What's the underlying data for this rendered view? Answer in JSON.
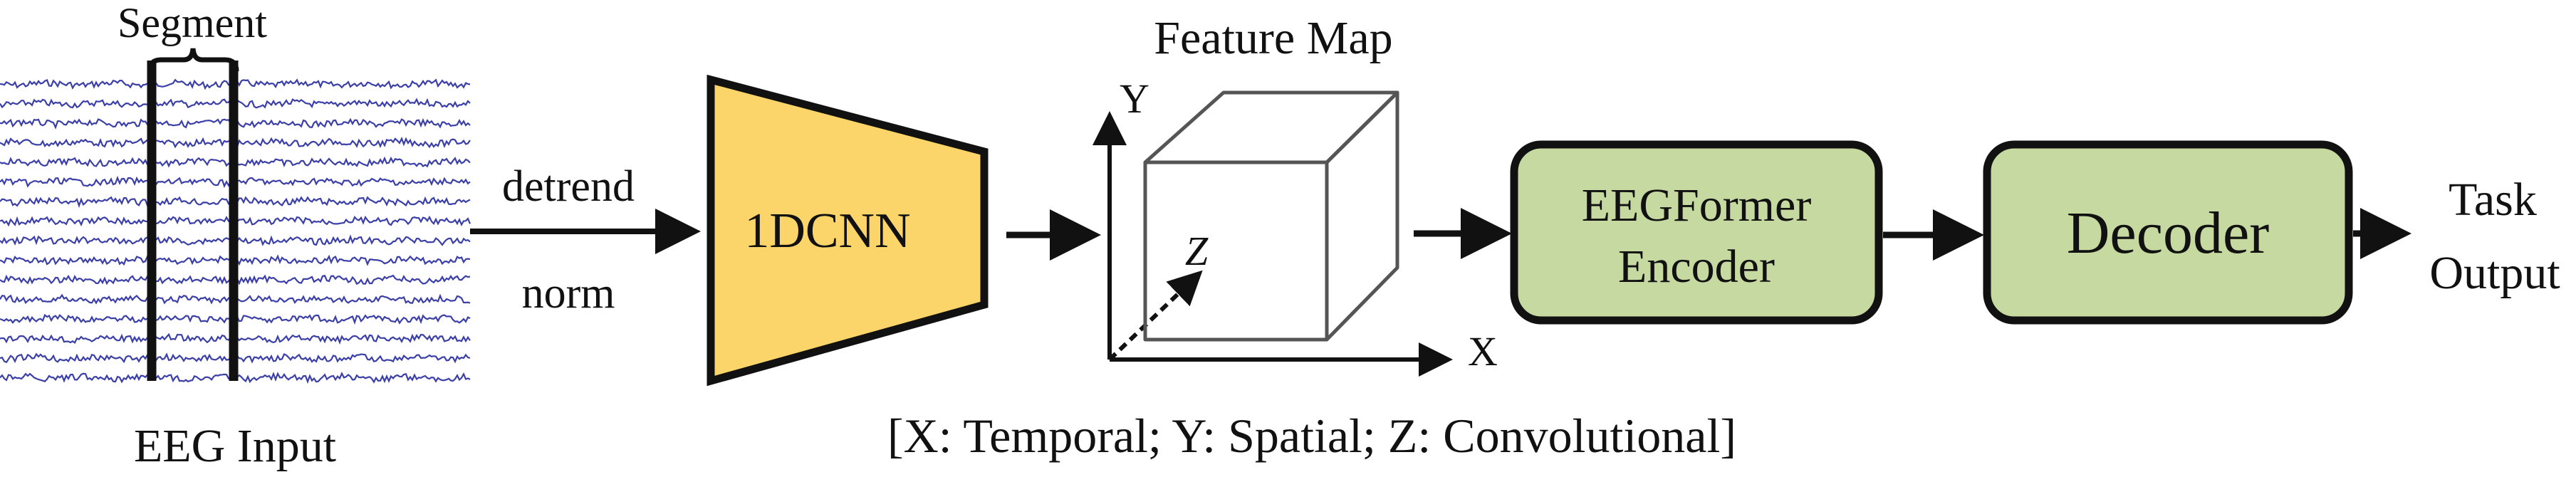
{
  "diagram": {
    "segment_label": "Segment",
    "eeg_input_label": "EEG Input",
    "detrend_label": "detrend",
    "norm_label": "norm",
    "cnn_label": "1DCNN",
    "feature_map_label": "Feature Map",
    "axis_x_label": "X",
    "axis_y_label": "Y",
    "axis_z_label": "Z",
    "encoder_line1": "EEGFormer",
    "encoder_line2": "Encoder",
    "decoder_label": "Decoder",
    "output_line1": "Task",
    "output_line2": "Output",
    "legend_label": "[X: Temporal; Y: Spatial; Z: Convolutional]"
  },
  "colors": {
    "signal": "#3b3fa8",
    "cnn_fill": "#fcd56a",
    "block_fill": "#c6d9a0",
    "stroke": "#111111",
    "cube_stroke": "#555555"
  }
}
